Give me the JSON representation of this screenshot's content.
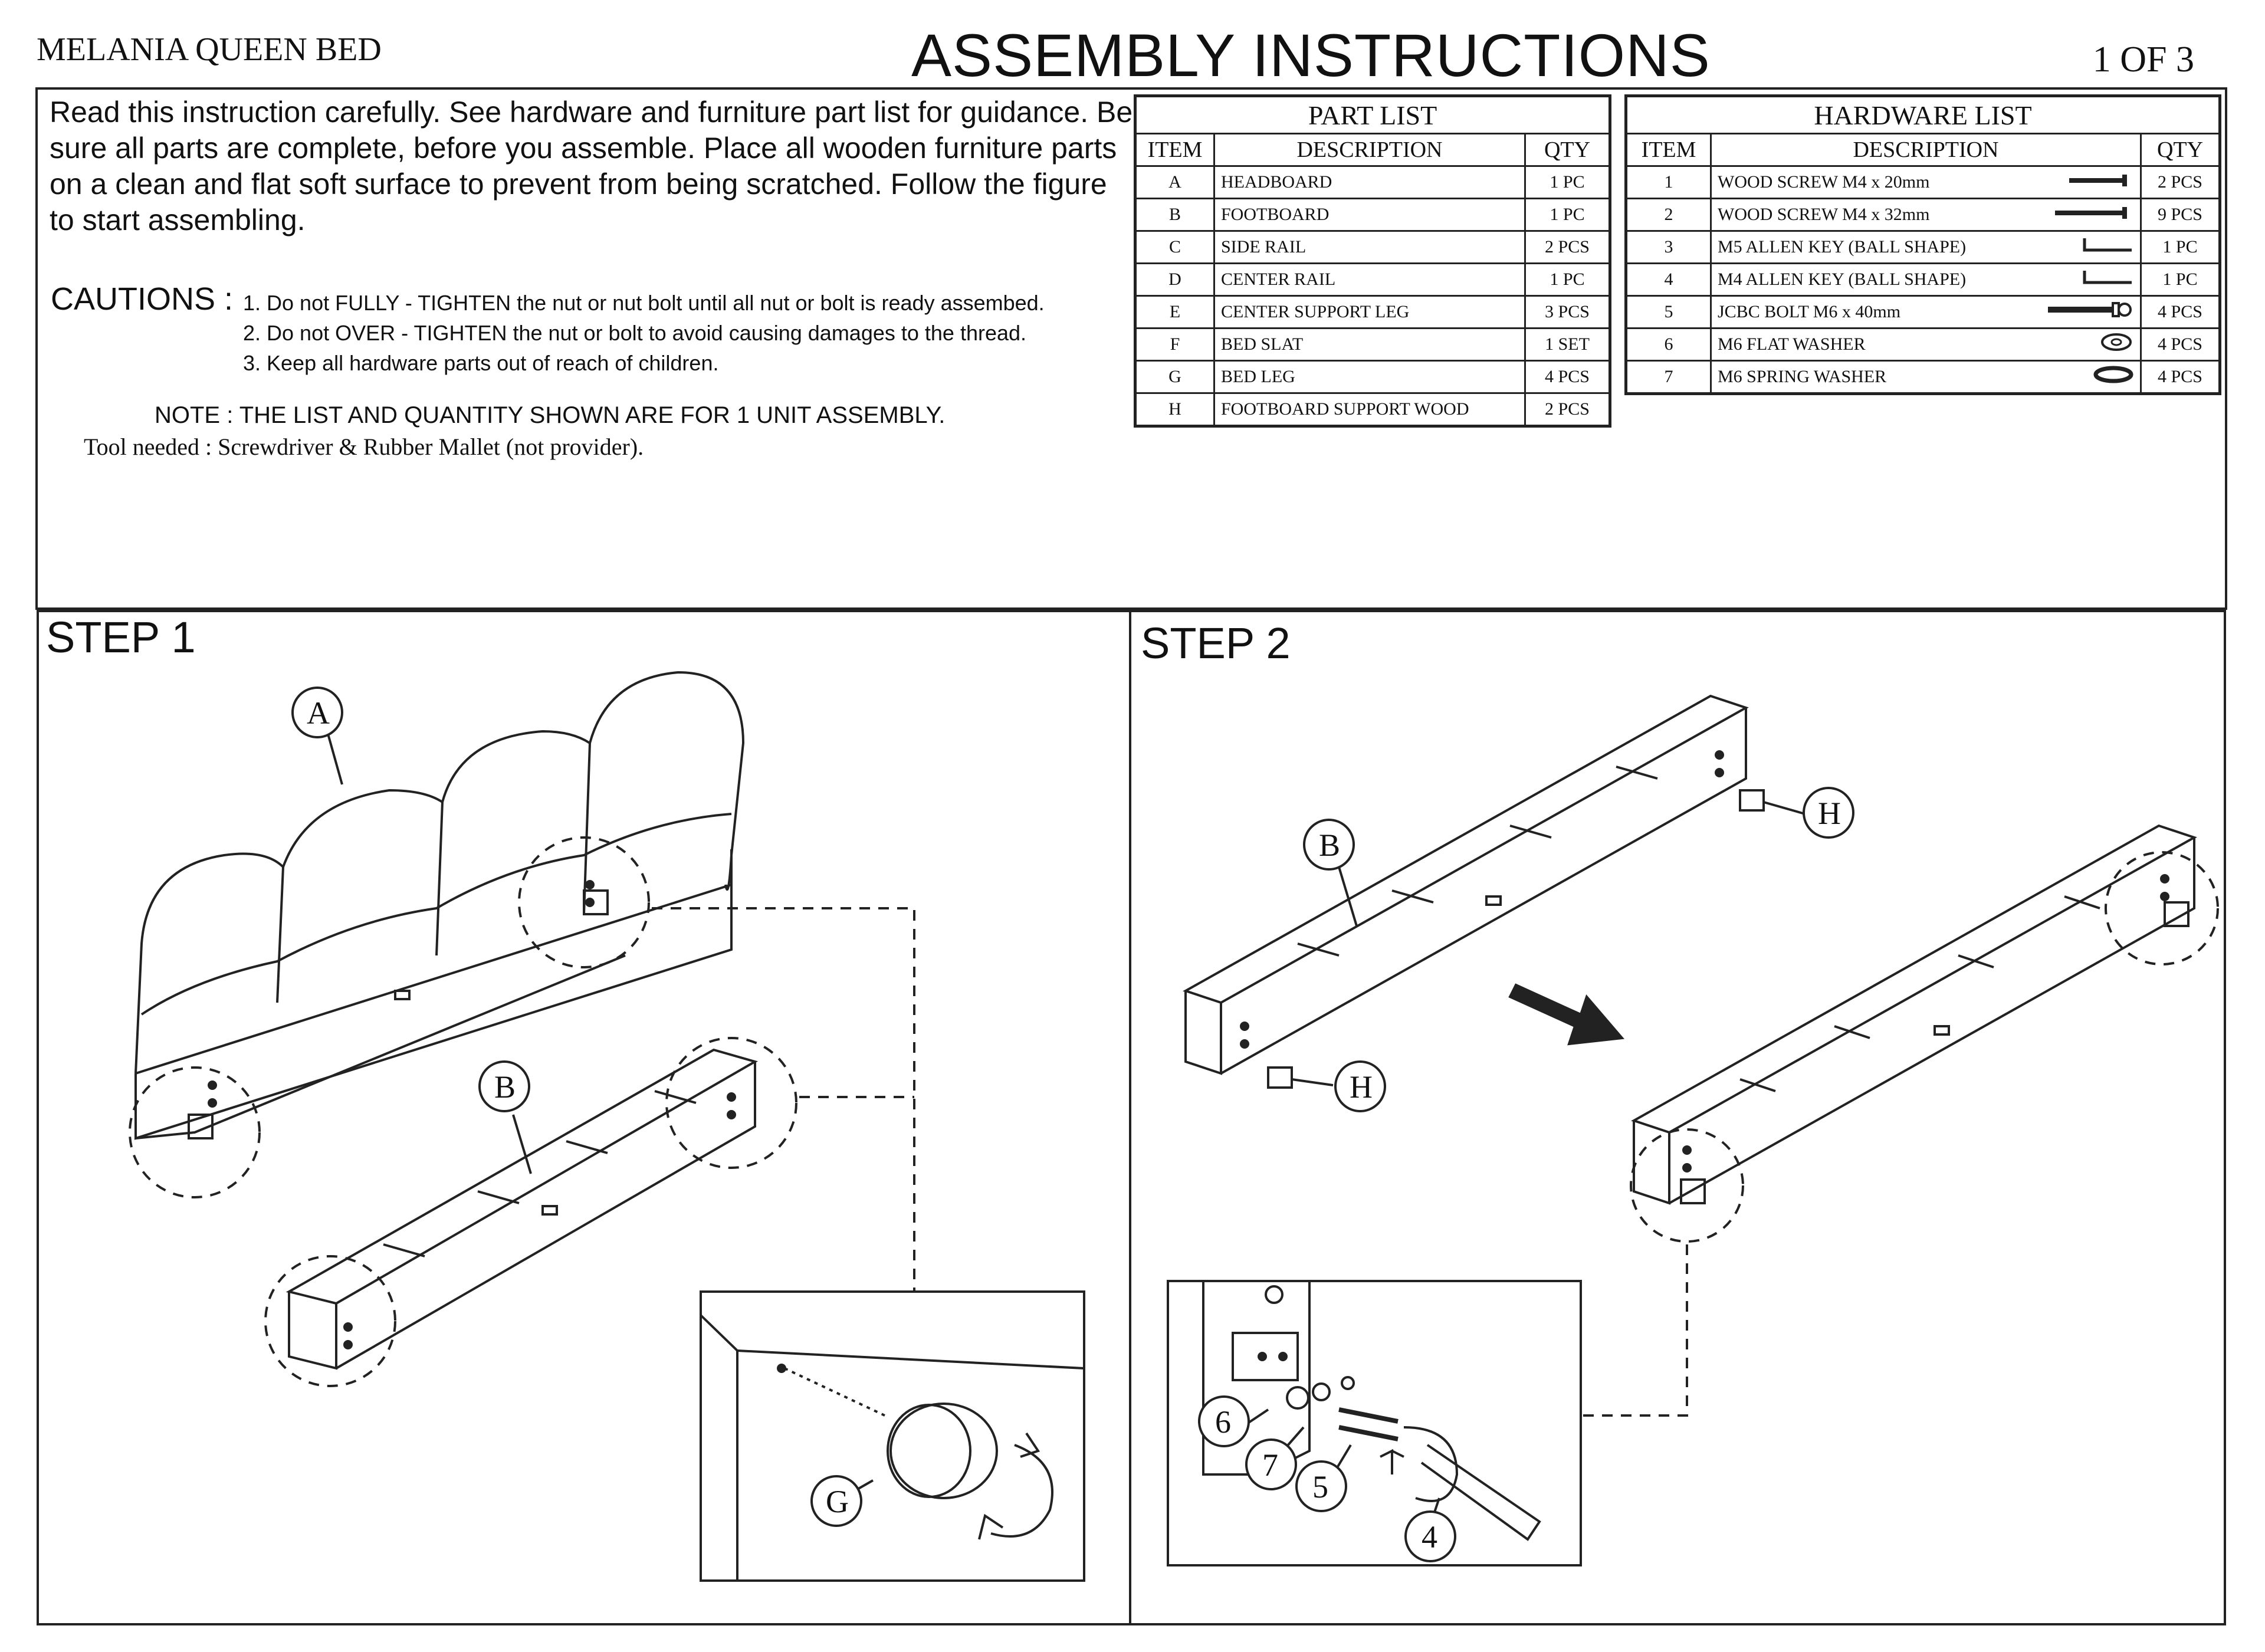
{
  "header": {
    "product_name": "MELANIA QUEEN BED",
    "title": "ASSEMBLY INSTRUCTIONS",
    "page": "1 OF 3"
  },
  "intro": {
    "text": "Read this instruction carefully. See hardware and furniture part list for guidance. Be sure all parts are complete, before you assemble. Place all wooden furniture parts on a clean and flat soft surface to prevent from being scratched. Follow the figure to start assembling."
  },
  "cautions": {
    "title": "CAUTIONS :",
    "items": [
      "1. Do not FULLY - TIGHTEN the nut or nut bolt until all nut or bolt is ready assembed.",
      "2. Do not OVER - TIGHTEN the nut or bolt to avoid causing damages to the thread.",
      "3. Keep all hardware parts out of reach of children."
    ]
  },
  "note": "NOTE : THE LIST AND QUANTITY SHOWN ARE FOR 1 UNIT ASSEMBLY.",
  "tool": "Tool needed : Screwdriver & Rubber Mallet (not provider).",
  "part_list": {
    "caption": "PART LIST",
    "headers": [
      "ITEM",
      "DESCRIPTION",
      "QTY"
    ],
    "rows": [
      {
        "item": "A",
        "description": "HEADBOARD",
        "qty": "1 PC"
      },
      {
        "item": "B",
        "description": "FOOTBOARD",
        "qty": "1 PC"
      },
      {
        "item": "C",
        "description": "SIDE RAIL",
        "qty": "2 PCS"
      },
      {
        "item": "D",
        "description": "CENTER RAIL",
        "qty": "1 PC"
      },
      {
        "item": "E",
        "description": "CENTER SUPPORT LEG",
        "qty": "3 PCS"
      },
      {
        "item": "F",
        "description": "BED SLAT",
        "qty": "1 SET"
      },
      {
        "item": "G",
        "description": "BED LEG",
        "qty": "4 PCS"
      },
      {
        "item": "H",
        "description": "FOOTBOARD SUPPORT WOOD",
        "qty": "2 PCS"
      }
    ]
  },
  "hardware_list": {
    "caption": "HARDWARE LIST",
    "headers": [
      "ITEM",
      "DESCRIPTION",
      "QTY"
    ],
    "rows": [
      {
        "item": "1",
        "description": "WOOD SCREW M4 x 20mm",
        "icon": "short-screw-icon",
        "qty": "2 PCS"
      },
      {
        "item": "2",
        "description": "WOOD SCREW M4 x 32mm",
        "icon": "long-screw-icon",
        "qty": "9 PCS"
      },
      {
        "item": "3",
        "description": "M5 ALLEN KEY (BALL SHAPE)",
        "icon": "allen-key-icon",
        "qty": "1 PC"
      },
      {
        "item": "4",
        "description": "M4 ALLEN KEY (BALL SHAPE)",
        "icon": "allen-key-icon",
        "qty": "1 PC"
      },
      {
        "item": "5",
        "description": "JCBC BOLT M6 x 40mm",
        "icon": "bolt-icon",
        "qty": "4 PCS"
      },
      {
        "item": "6",
        "description": "M6 FLAT WASHER",
        "icon": "flat-washer-icon",
        "qty": "4 PCS"
      },
      {
        "item": "7",
        "description": "M6 SPRING WASHER",
        "icon": "spring-washer-icon",
        "qty": "4 PCS"
      }
    ]
  },
  "steps": {
    "step1": {
      "title": "STEP 1",
      "labels": {
        "a": "A",
        "b": "B",
        "g": "G"
      }
    },
    "step2": {
      "title": "STEP 2",
      "labels": {
        "b": "B",
        "h": "H",
        "n6": "6",
        "n7": "7",
        "n5": "5",
        "n4": "4"
      }
    }
  }
}
